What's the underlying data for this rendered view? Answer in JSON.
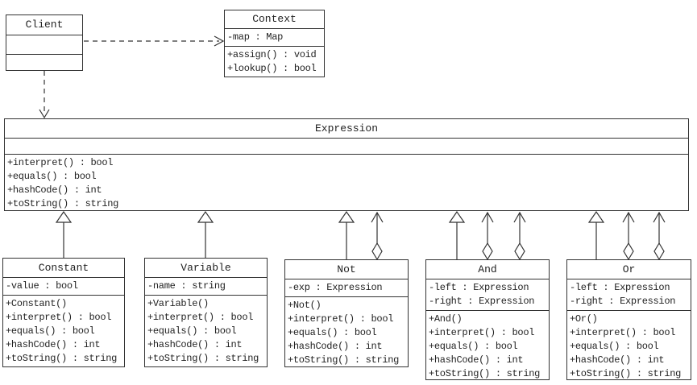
{
  "colors": {
    "line": "#333333",
    "text": "#222222",
    "background": "#ffffff"
  },
  "classes": {
    "client": {
      "name": "Client",
      "attributes": [],
      "methods": []
    },
    "context": {
      "name": "Context",
      "attributes": [
        "-map : Map"
      ],
      "methods": [
        "+assign() : void",
        "+lookup() : bool"
      ]
    },
    "expression": {
      "name": "Expression",
      "attributes": [],
      "methods": [
        "+interpret() : bool",
        "+equals() : bool",
        "+hashCode() : int",
        "+toString() : string"
      ]
    },
    "constant": {
      "name": "Constant",
      "attributes": [
        "-value : bool"
      ],
      "methods": [
        "+Constant()",
        "+interpret() : bool",
        "+equals() : bool",
        "+hashCode() : int",
        "+toString() : string"
      ]
    },
    "variable": {
      "name": "Variable",
      "attributes": [
        "-name : string"
      ],
      "methods": [
        "+Variable()",
        "+interpret() : bool",
        "+equals() : bool",
        "+hashCode() : int",
        "+toString() : string"
      ]
    },
    "not": {
      "name": "Not",
      "attributes": [
        "-exp : Expression"
      ],
      "methods": [
        "+Not()",
        "+interpret() : bool",
        "+equals() : bool",
        "+hashCode() : int",
        "+toString() : string"
      ]
    },
    "and": {
      "name": "And",
      "attributes": [
        "-left : Expression",
        "-right : Expression"
      ],
      "methods": [
        "+And()",
        "+interpret() : bool",
        "+equals() : bool",
        "+hashCode() : int",
        "+toString() : string"
      ]
    },
    "or": {
      "name": "Or",
      "attributes": [
        "-left : Expression",
        "-right : Expression"
      ],
      "methods": [
        "+Or()",
        "+interpret() : bool",
        "+equals() : bool",
        "+hashCode() : int",
        "+toString() : string"
      ]
    }
  },
  "connectors": [
    {
      "type": "dependency",
      "from": "Client",
      "to": "Context",
      "line": "dashed",
      "head": "open-arrow"
    },
    {
      "type": "dependency",
      "from": "Client",
      "to": "Expression",
      "line": "dashed",
      "head": "open-arrow"
    },
    {
      "type": "generalization",
      "from": "Constant",
      "to": "Expression",
      "line": "solid",
      "head": "hollow-triangle"
    },
    {
      "type": "generalization",
      "from": "Variable",
      "to": "Expression",
      "line": "solid",
      "head": "hollow-triangle"
    },
    {
      "type": "generalization",
      "from": "Not",
      "to": "Expression",
      "line": "solid",
      "head": "hollow-triangle"
    },
    {
      "type": "generalization",
      "from": "And",
      "to": "Expression",
      "line": "solid",
      "head": "hollow-triangle"
    },
    {
      "type": "generalization",
      "from": "Or",
      "to": "Expression",
      "line": "solid",
      "head": "hollow-triangle"
    },
    {
      "type": "aggregation",
      "from": "Not",
      "to": "Expression",
      "count": 1,
      "head": "open-arrow",
      "tail": "hollow-diamond"
    },
    {
      "type": "aggregation",
      "from": "And",
      "to": "Expression",
      "count": 2,
      "head": "open-arrow",
      "tail": "hollow-diamond"
    },
    {
      "type": "aggregation",
      "from": "Or",
      "to": "Expression",
      "count": 2,
      "head": "open-arrow",
      "tail": "hollow-diamond"
    }
  ]
}
